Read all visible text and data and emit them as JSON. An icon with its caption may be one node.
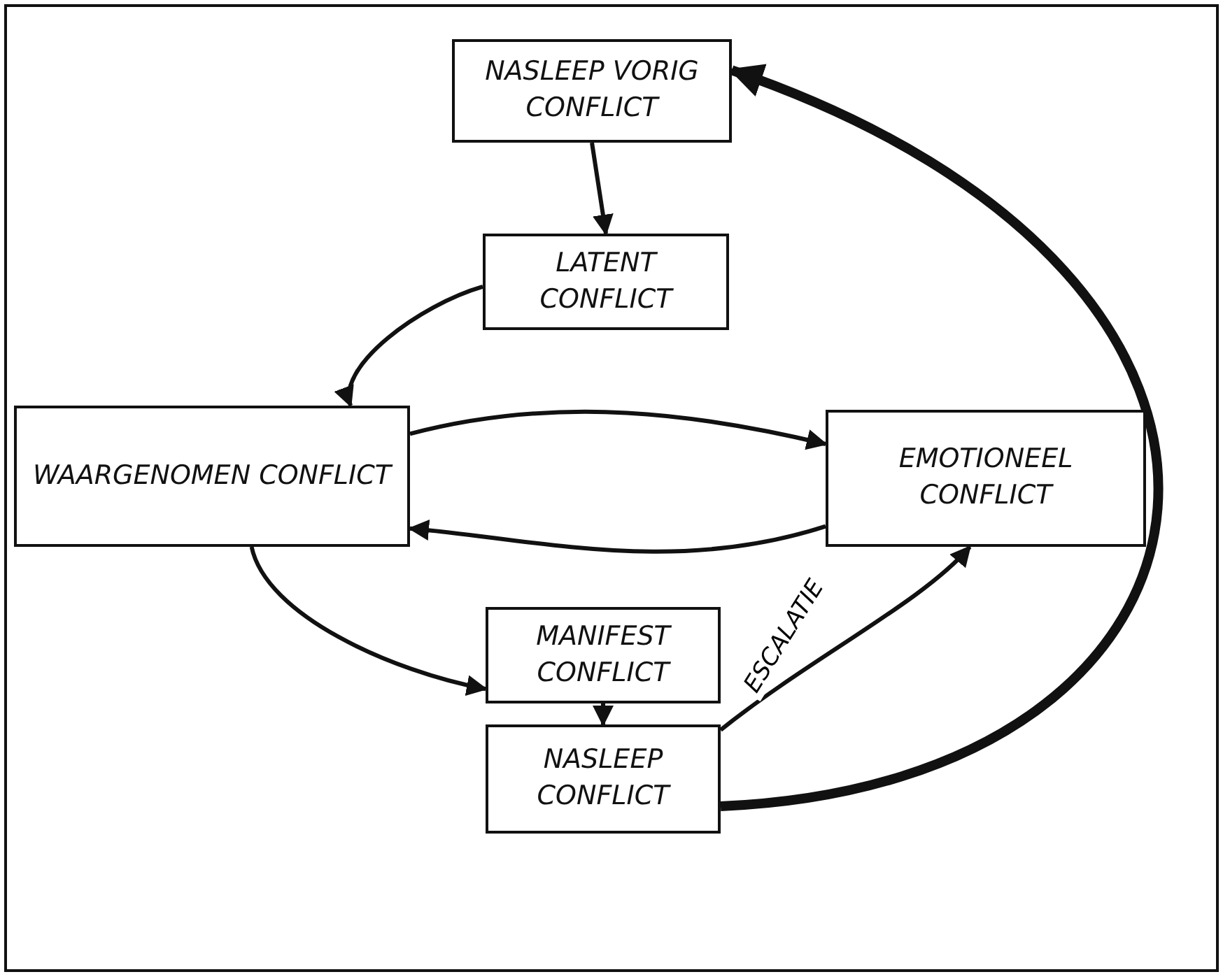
{
  "diagram": {
    "nodes": [
      {
        "text": [
          "NASLEEP VORIG CONFLICT"
        ]
      },
      {
        "text": [
          "LATENT CONFLICT"
        ]
      },
      {
        "text": [
          "WAARGENOMEN CONFLICT"
        ]
      },
      {
        "text": [
          "EMOTIONEEL CONFLICT"
        ]
      },
      {
        "text": [
          "MANIFEST CONFLICT"
        ]
      },
      {
        "text": [
          "NASLEEP CONFLICT"
        ]
      }
    ],
    "edges": [
      {
        "from": 0,
        "to": 1,
        "arrow": "to"
      },
      {
        "from": 1,
        "to": 2,
        "arrow": "to"
      },
      {
        "from": 2,
        "to": 3,
        "arrow": "to"
      },
      {
        "from": 3,
        "to": 2,
        "arrow": "to"
      },
      {
        "from": 2,
        "to": 4,
        "arrow": "to"
      },
      {
        "from": 4,
        "to": 5,
        "arrow": "to"
      },
      {
        "from": 5,
        "to": 3,
        "arrow": "to",
        "label": "ESCALATIE"
      },
      {
        "from": 5,
        "to": 0,
        "arrow": "to",
        "style": "thick"
      }
    ]
  }
}
